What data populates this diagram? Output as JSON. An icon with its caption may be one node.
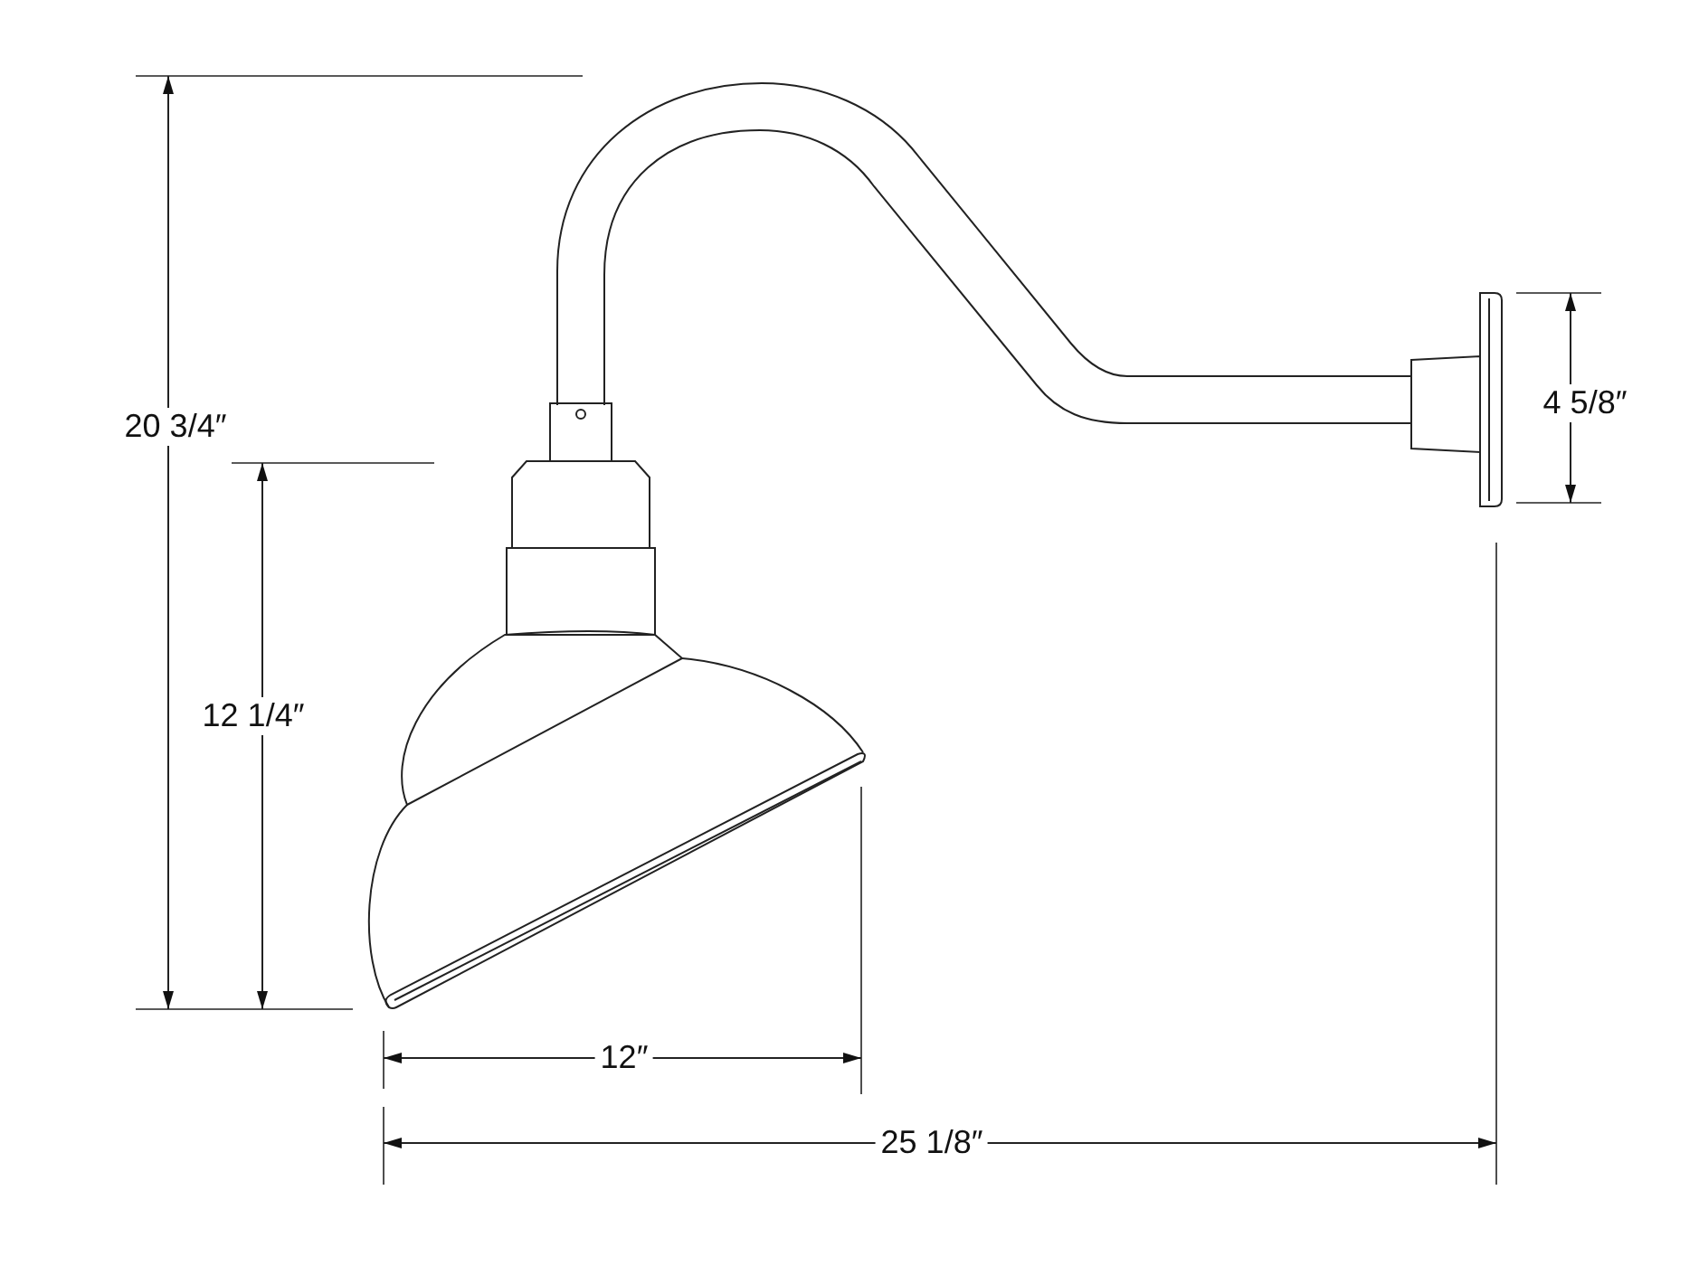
{
  "diagram": {
    "labels": [
      "20 3/4″",
      "4 5/8″",
      "12 1/4″",
      "12″",
      "25 1/8″"
    ]
  }
}
